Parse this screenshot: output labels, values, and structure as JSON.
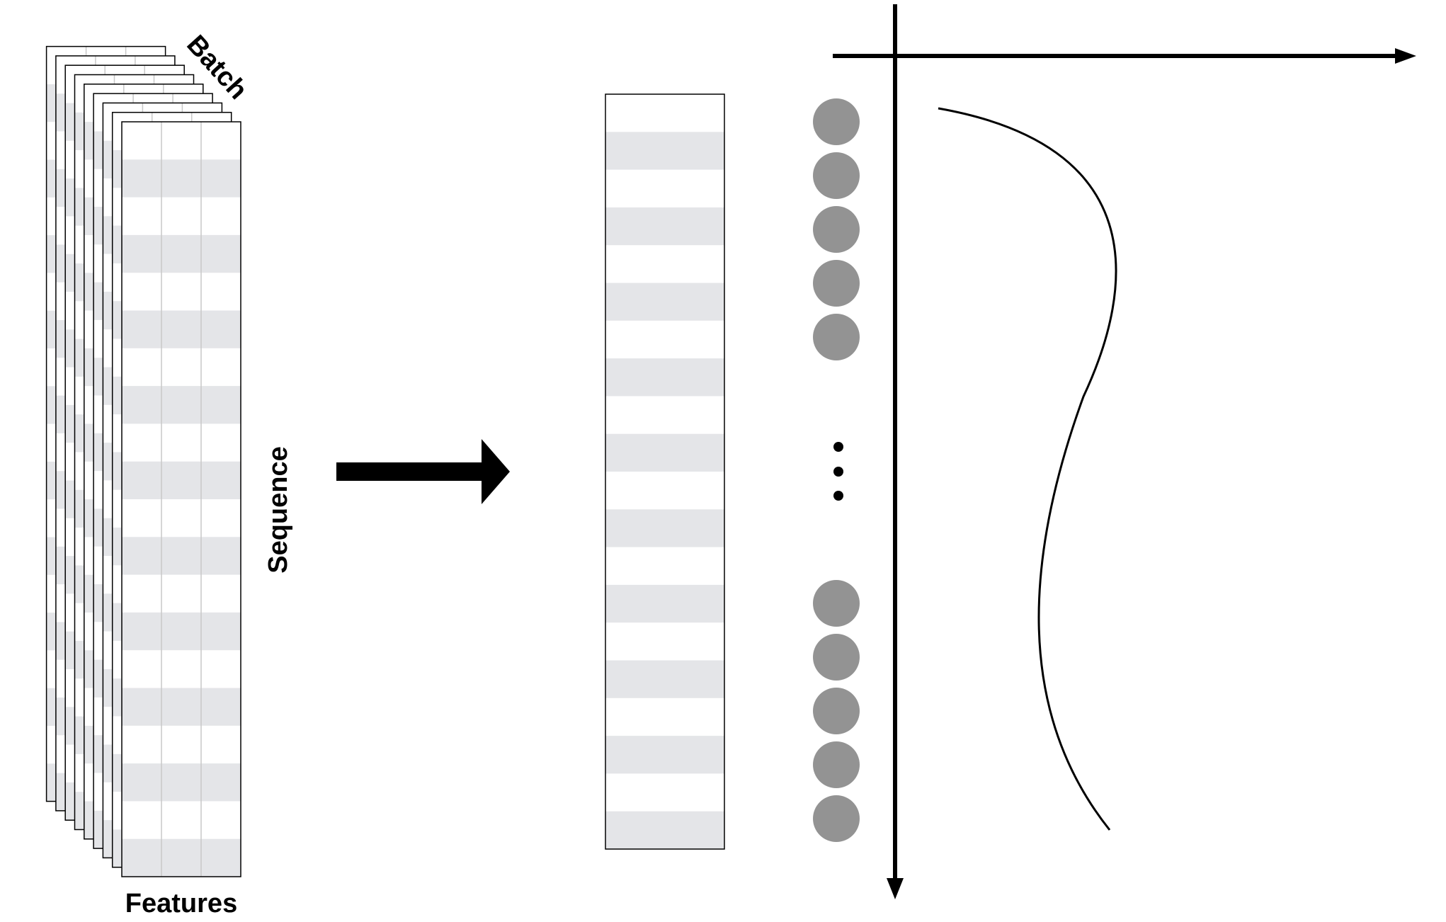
{
  "labels": {
    "batch": "Batch",
    "sequence": "Sequence",
    "features": "Features",
    "ellipsis": "⋮"
  },
  "tensor": {
    "batch_size": 9,
    "sequence_length": 20,
    "features": 3
  },
  "vector": {
    "rows": 20
  },
  "nodes": {
    "top_group": 5,
    "bottom_group": 5
  },
  "colors": {
    "stroke": "#000000",
    "row_shade": "#e4e5e8",
    "grid_line": "#c8c8c8",
    "node_fill": "#939393"
  }
}
